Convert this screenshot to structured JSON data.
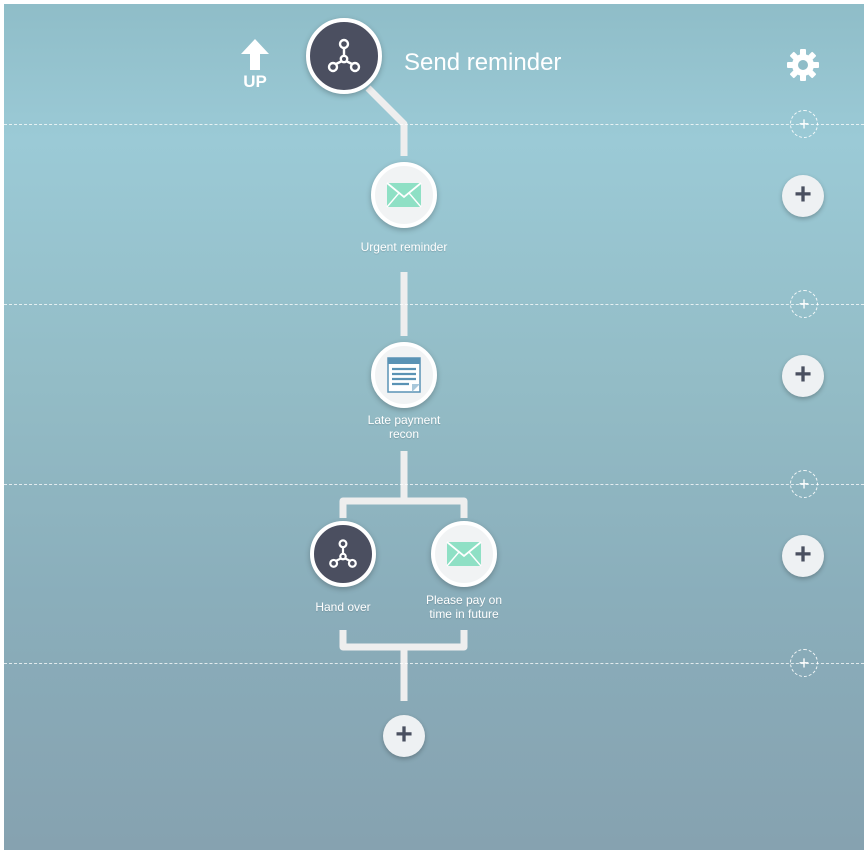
{
  "header": {
    "up_label": "UP",
    "title": "Send reminder"
  },
  "nodes": {
    "urgent_reminder": {
      "label": "Urgent reminder"
    },
    "late_payment_recon": {
      "label": "Late payment\nrecon"
    },
    "hand_over": {
      "label": "Hand over"
    },
    "please_pay": {
      "label": "Please pay on\ntime in future"
    }
  },
  "icons": {
    "up": "arrow-up-icon",
    "settings": "gear-icon",
    "branch": "branch-icon",
    "email": "envelope-icon",
    "document": "document-icon",
    "add": "plus-icon"
  },
  "glyphs": {
    "plus": "+"
  },
  "colors": {
    "dark_node": "#4b4f60",
    "envelope": "#8fe0c5",
    "document": "#5a93b5",
    "connector": "#eeeeee"
  }
}
